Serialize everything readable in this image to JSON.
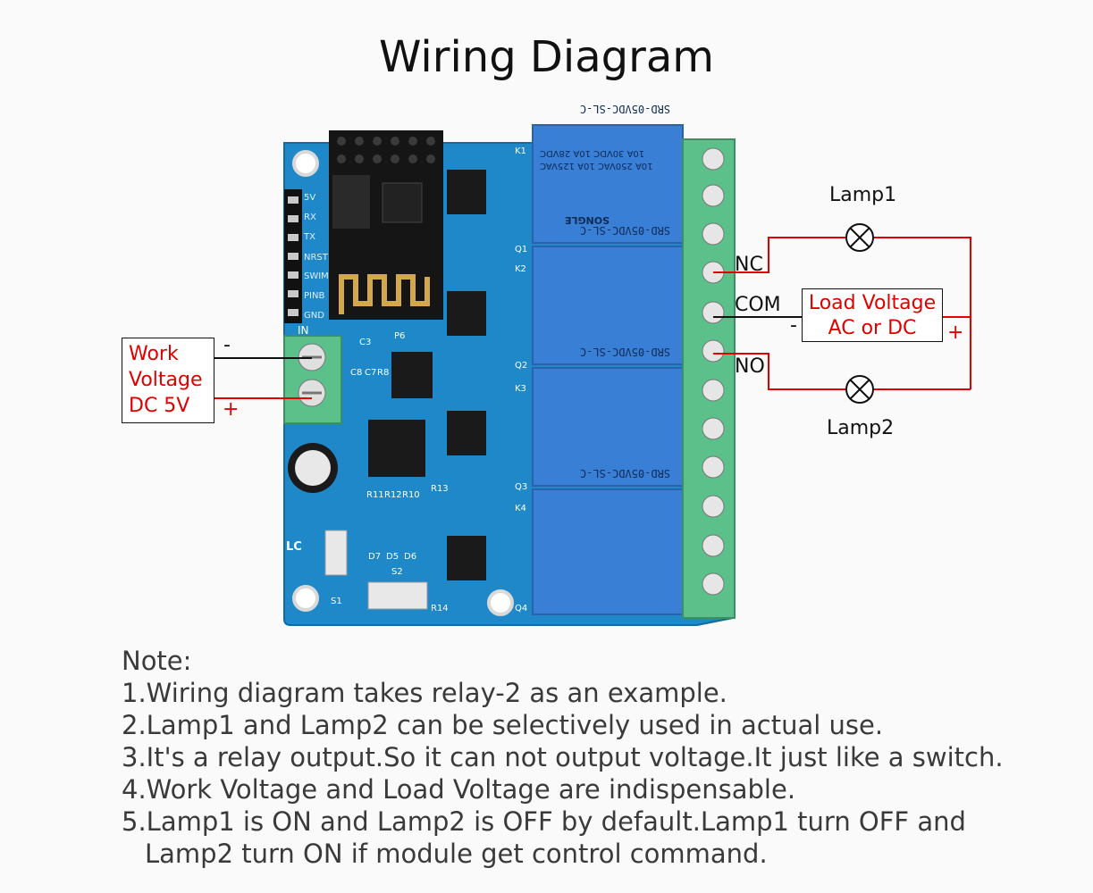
{
  "title": "Wiring Diagram",
  "work_voltage": {
    "lines": [
      "Work",
      "Voltage",
      "DC 5V"
    ],
    "minus": "-",
    "plus": "+"
  },
  "load_voltage": {
    "lines": [
      "Load Voltage",
      "AC or DC"
    ],
    "minus": "-",
    "plus": "+"
  },
  "terminals": {
    "nc": "NC",
    "com": "COM",
    "no": "NO"
  },
  "lamps": {
    "lamp1": "Lamp1",
    "lamp2": "Lamp2"
  },
  "board": {
    "relay_marking": [
      "SRD-05VDC-SL-C",
      "10A 250VAC 10A 125VAC",
      "10A 30VDC 10A 28VDC",
      "SONGLE"
    ],
    "header_pins": [
      "5V",
      "RX",
      "TX",
      "NRST",
      "SWIM",
      "PINB",
      "GND"
    ],
    "silk": {
      "in": "IN",
      "lc": "LC",
      "s1": "S1",
      "s2": "S2",
      "p6": "P6",
      "c3": "C3",
      "c8": "C8",
      "c7": "C7",
      "r8": "R8",
      "r11": "R11",
      "r12": "R12",
      "r10": "R10",
      "d7": "D7",
      "d5": "D5",
      "d6": "D6",
      "r13": "R13",
      "r14": "R14",
      "k1": "K1",
      "k2": "K2",
      "k3": "K3",
      "k4": "K4",
      "q1": "Q1",
      "q2": "Q2",
      "q3": "Q3",
      "q4": "Q4"
    }
  },
  "notes": {
    "heading": "Note:",
    "items": [
      "1.Wiring diagram takes relay-2 as an example.",
      "2.Lamp1 and Lamp2 can be selectively used in actual use.",
      "3.It's a relay output.So it can not output voltage.It just like a switch.",
      "4.Work Voltage and Load Voltage are indispensable.",
      "5.Lamp1 is ON and Lamp2 is OFF by default.Lamp1 turn OFF and"
    ],
    "continuation": "Lamp2 turn ON if module get control command."
  },
  "colors": {
    "pcb": "#1e88c8",
    "relay": "#3a7fd6",
    "terminal": "#5cc08a",
    "wire_red": "#e00000",
    "wire_black": "#111111"
  }
}
